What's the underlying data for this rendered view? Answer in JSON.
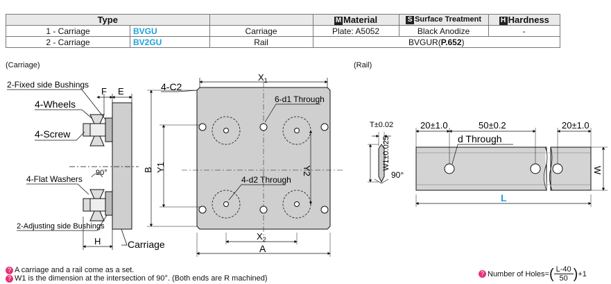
{
  "spec_table": {
    "headers": {
      "type": "Type",
      "material_badge": "M",
      "material": "Material",
      "surface_badge": "S",
      "surface": "Surface Treatment",
      "hardness_badge": "H",
      "hardness": "Hardness"
    },
    "rows": [
      {
        "type": "1 - Carriage",
        "code": "BVGU",
        "part": "Carriage",
        "material": "Plate: A5052",
        "surface": "Black Anodize",
        "hardness": "-"
      },
      {
        "type": "2 - Carriage",
        "code": "BV2GU",
        "part": "Rail",
        "rail_ref": "BVGUR(",
        "rail_page": "P.652",
        "rail_close": ")"
      }
    ]
  },
  "section_labels": {
    "carriage": "(Carriage)",
    "rail": "(Rail)"
  },
  "side_view": {
    "fixed_bushings": "2-Fixed side Bushings",
    "wheels": "4-Wheels",
    "screw": "4-Screw",
    "flat_washers": "4-Flat Washers",
    "adjusting_bushings": "2-Adjusting side Bushings",
    "angle": "90°",
    "dim_f": "F",
    "dim_e": "E",
    "dim_h": "H",
    "carriage": "Carriage"
  },
  "plate_view": {
    "chamfer": "4-C2",
    "x1": "X",
    "x1_sub": "1",
    "x2": "X",
    "x2_sub": "2",
    "y1": "Y1",
    "y2": "Y2",
    "b": "B",
    "a": "A",
    "d1_through": "6-d1 Through",
    "d2_through": "4-d2 Through"
  },
  "rail_view": {
    "t_tol": "T±0.02",
    "w1": "W1±0.025",
    "angle": "90°",
    "pitch1": "20±1.0",
    "pitch_mid": "50±0.2",
    "pitch2": "20±1.0",
    "d_through": "d Through",
    "w": "W",
    "l": "L"
  },
  "notes": {
    "note1": "A carriage and a rail come as a set.",
    "note2": "W1 is the dimension at the intersection of 90°. (Both ends are R machined)",
    "holes_prefix": "Number of Holes=",
    "holes_numerator": "L-40",
    "holes_denominator": "50",
    "holes_suffix": "+1"
  },
  "colors": {
    "accent_blue": "#1ca0dc",
    "note_icon": "#e6327a",
    "part_fill": "#cfcfcf"
  }
}
